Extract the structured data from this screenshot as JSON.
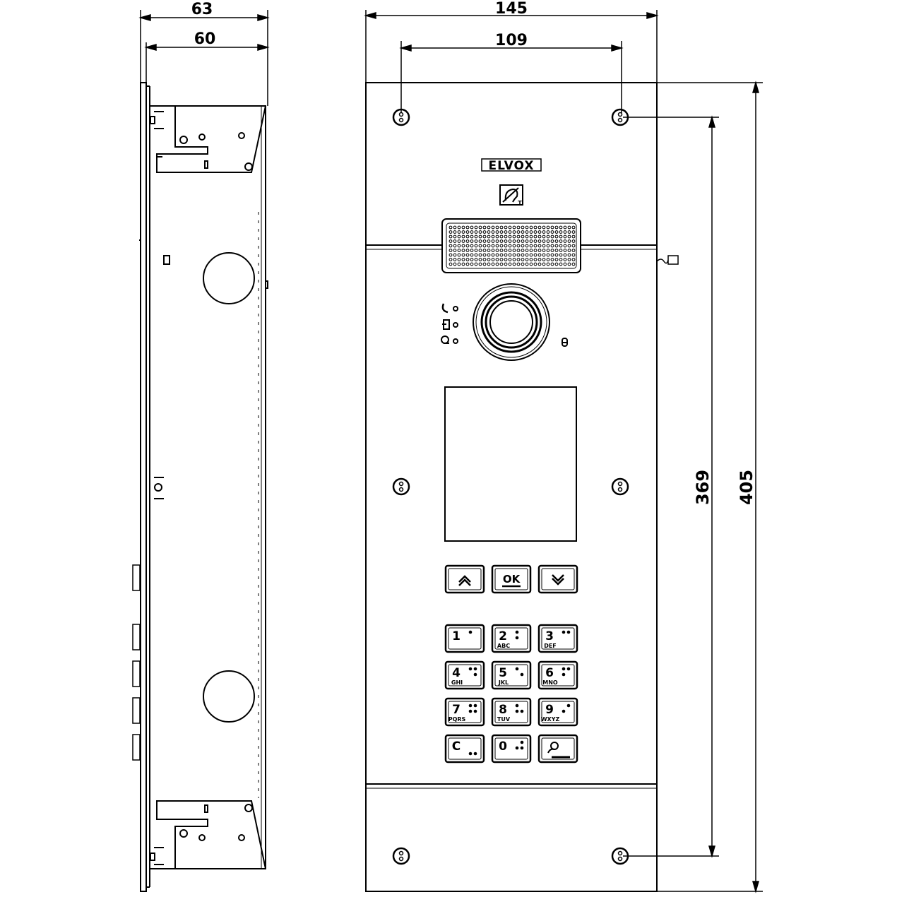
{
  "dimensions": {
    "side_overall_width": "63",
    "side_box_width": "60",
    "front_width": "145",
    "hole_spacing_horizontal": "109",
    "hole_spacing_vertical": "369",
    "front_height": "405"
  },
  "brand": {
    "logo_text": "ELVOX"
  },
  "keypad": {
    "nav_keys": [
      {
        "name": "up",
        "label": ""
      },
      {
        "name": "ok",
        "label": "OK"
      },
      {
        "name": "down",
        "label": ""
      }
    ],
    "keys": [
      {
        "digit": "1",
        "letters": ""
      },
      {
        "digit": "2",
        "letters": "ABC"
      },
      {
        "digit": "3",
        "letters": "DEF"
      },
      {
        "digit": "4",
        "letters": "GHI"
      },
      {
        "digit": "5",
        "letters": "JKL"
      },
      {
        "digit": "6",
        "letters": "MNO"
      },
      {
        "digit": "7",
        "letters": "PQRS"
      },
      {
        "digit": "8",
        "letters": "TUV"
      },
      {
        "digit": "9",
        "letters": "WXYZ"
      },
      {
        "digit": "C",
        "letters": ""
      },
      {
        "digit": "0",
        "letters": ""
      },
      {
        "digit": "",
        "letters": ""
      }
    ]
  },
  "icons": {
    "status_call": "phone-icon",
    "status_talk": "speaker-icon",
    "status_door": "key-icon",
    "hearing_loop": "hearing-loop-icon",
    "bell_key": "bell-icon",
    "tamper_screw": "screw-icon"
  }
}
